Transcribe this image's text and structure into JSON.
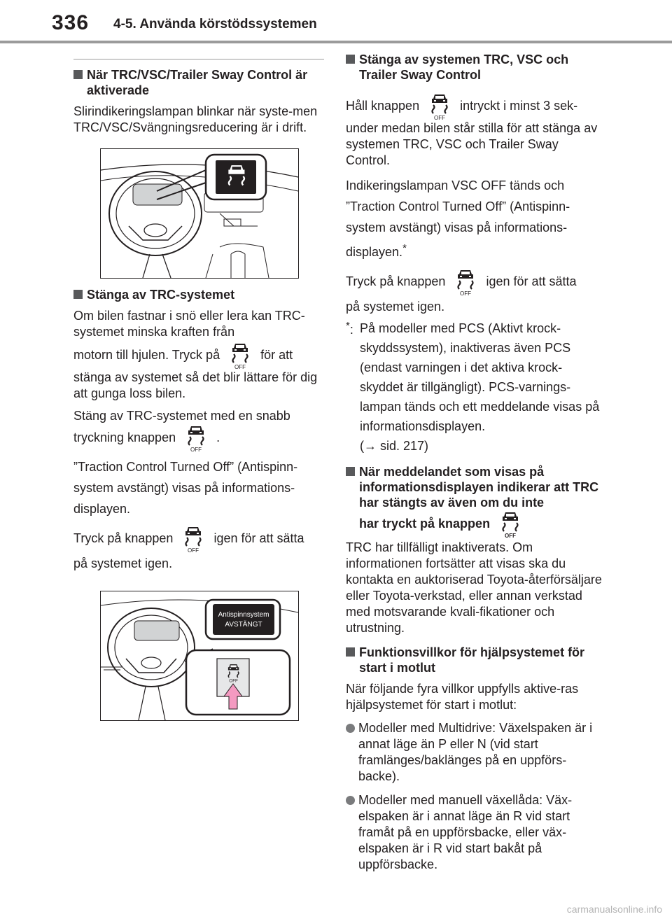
{
  "header": {
    "page_number": "336",
    "section_title": "4-5. Använda körstödssystemen"
  },
  "left": {
    "s1_title": "När TRC/VSC/Trailer Sway Control är aktiverade",
    "s1_text": "Slirindikeringslampan blinkar när syste-men TRC/VSC/Svängningsreducering är i drift.",
    "s2_title": "Stänga av TRC-systemet",
    "s2_text_a": "Om bilen fastnar i snö eller lera kan TRC-systemet minska kraften från",
    "s2_text_b1": "motorn till hjulen. Tryck på",
    "s2_text_b2": "för att",
    "s2_text_c": "stänga av systemet så det blir lättare för dig att gunga loss bilen.",
    "s2_text_d1": "Stäng av TRC-systemet med en snabb",
    "s2_text_d2": "tryckning knappen",
    "s2_text_d3": ".",
    "s2_text_e": "”Traction Control Turned Off” (Antispinn-system avstängt) visas på informations-displayen.",
    "s2_text_f1": "Tryck på knappen",
    "s2_text_f2": "igen för att sätta",
    "s2_text_f3": "på systemet igen.",
    "fig2_label_1": "Antispinnsystem",
    "fig2_label_2": "AVSTÄNGT"
  },
  "right": {
    "s3_title": "Stänga av systemen TRC, VSC och Trailer Sway Control",
    "s3_text_a1": "Håll knappen",
    "s3_text_a2": "intryckt i minst 3 sek-",
    "s3_text_b": "under medan bilen står stilla för att stänga av systemen TRC, VSC och Trailer Sway Control.",
    "s3_text_c": "Indikeringslampan VSC OFF tänds och ”Traction Control Turned Off” (Antispinn-system avstängt) visas på informations-displayen.",
    "s3_text_c_mark": "*",
    "s3_text_d1": "Tryck på knappen",
    "s3_text_d2": "igen för att sätta",
    "s3_text_d3": "på systemet igen.",
    "note_mark": "*",
    "note_colon": ":",
    "note_text": "På modeller med PCS (Aktivt krock-skyddssystem), inaktiveras även PCS (endast varningen i det aktiva krock-skyddet är tillgängligt). PCS-varnings-lampan tänds och ett meddelande visas på informationsdisplayen.",
    "note_ref": "(→ sid. 217)",
    "s4_title": "När meddelandet som visas på informationsdisplayen indikerar att TRC har stängts av även om du inte",
    "s4_title_end": "har tryckt på knappen",
    "s4_text": "TRC har tillfälligt inaktiverats. Om informationen fortsätter att visas ska du kontakta en auktoriserad Toyota-återförsäljare eller Toyota-verkstad, eller annan verkstad med motsvarande kvali-fikationer och utrustning.",
    "s5_title": "Funktionsvillkor för hjälpsystemet för start i motlut",
    "s5_text": "När följande fyra villkor uppfylls aktive-ras hjälpsystemet för start i motlut:",
    "bullet1": "Modeller med Multidrive: Växelspaken är i annat läge än P eller N (vid start framlänges/baklänges på en uppförs-backe).",
    "bullet2": "Modeller med manuell växellåda: Väx-elspaken är i annat läge än R vid start framåt på en uppförsbacke, eller väx-elspaken är i R vid start bakåt på uppförsbacke."
  },
  "icon_label": "OFF",
  "footer": "carmanualsonline.info"
}
